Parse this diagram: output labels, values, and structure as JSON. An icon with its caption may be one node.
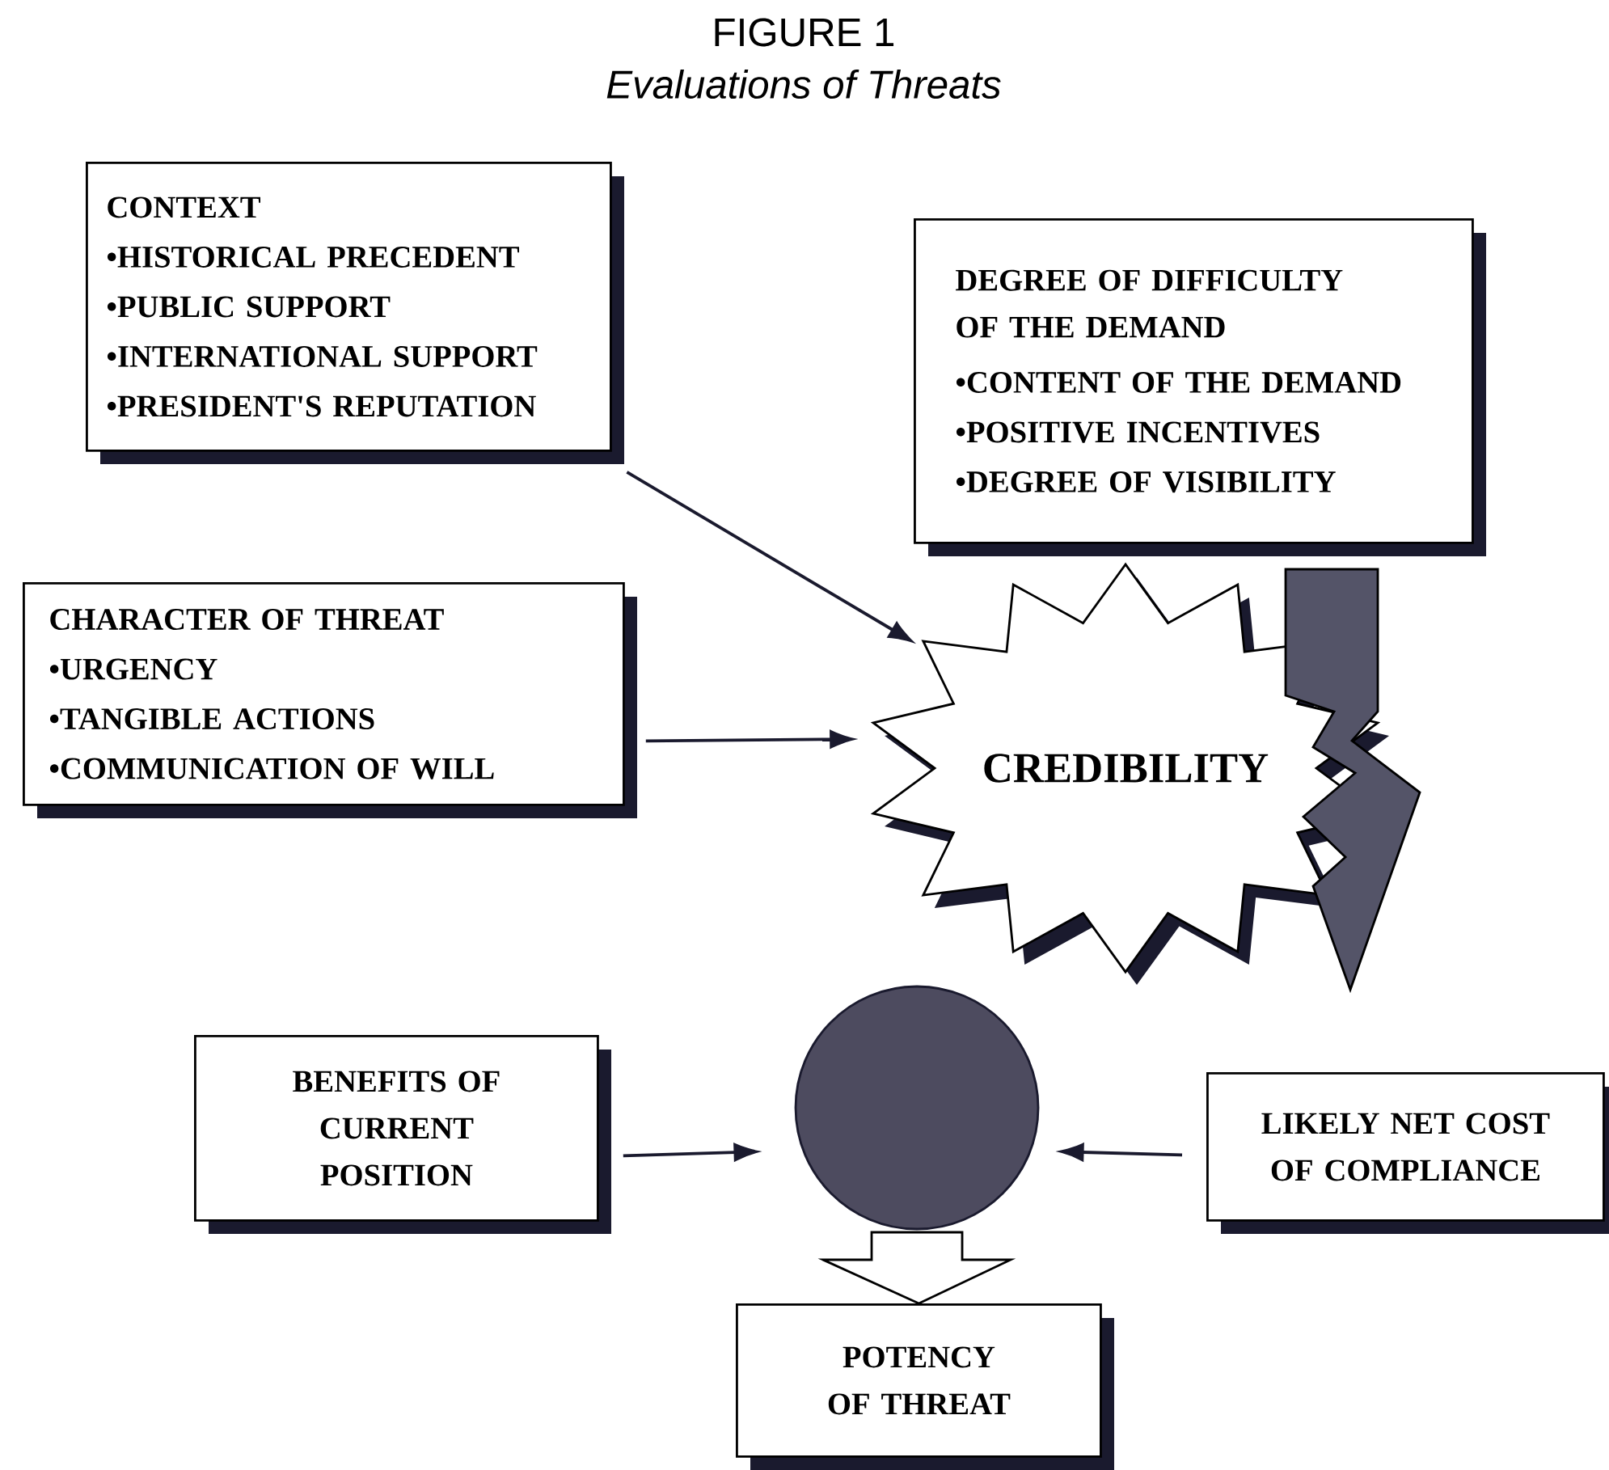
{
  "diagram": {
    "title": "FIGURE 1",
    "nodes": [
      {
        "text": [
          "CONTEXT",
          "•HISTORICAL PRECEDENT",
          "•PUBLIC SUPPORT",
          "•INTERNATIONAL SUPPORT",
          "•PRESIDENT'S REPUTATION"
        ]
      },
      {
        "text": [
          "DEGREE OF DIFFICULTY OF THE DEMAND",
          "•CONTENT OF THE DEMAND",
          "•POSITIVE INCENTIVES",
          "•DEGREE OF VISIBILITY"
        ]
      },
      {
        "text": [
          "CHARACTER OF THREAT",
          "•URGENCY",
          "•TANGIBLE ACTIONS",
          "•COMMUNICATION OF WILL"
        ]
      },
      {
        "text": [
          "CREDIBILITY"
        ]
      },
      {
        "text": [],
        "shape": "circle"
      },
      {
        "text": [
          "BENEFITS OF CURRENT POSITION"
        ]
      },
      {
        "text": [
          "LIKELY NET COST OF COMPLIANCE"
        ]
      },
      {
        "text": [
          "POTENCY OF THREAT"
        ]
      }
    ],
    "edges": [
      {
        "from": 0,
        "to": 3,
        "arrow": "to"
      },
      {
        "from": 2,
        "to": 3,
        "arrow": "to"
      },
      {
        "from": 3,
        "to": null,
        "arrow": "to",
        "style": "thick",
        "color": "#545468"
      },
      {
        "from": 5,
        "to": 4,
        "arrow": "to"
      },
      {
        "from": 6,
        "to": 4,
        "arrow": "to"
      },
      {
        "from": 4,
        "to": 7,
        "arrow": "to",
        "style": "thick"
      }
    ],
    "labels": [
      "Evaluations of Threats"
    ]
  }
}
